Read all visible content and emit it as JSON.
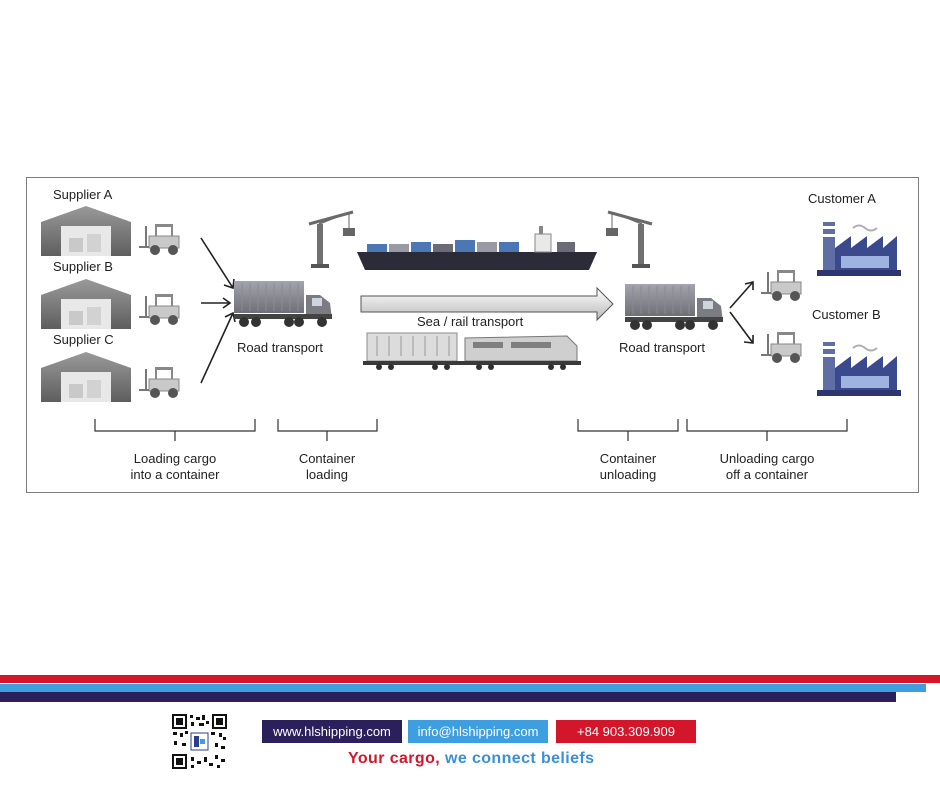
{
  "diagram": {
    "suppliers": [
      "Supplier A",
      "Supplier B",
      "Supplier C"
    ],
    "customers": [
      "Customer A",
      "Customer B"
    ],
    "road_transport_left": "Road transport",
    "road_transport_right": "Road transport",
    "sea_rail": "Sea / rail transport",
    "stage_loading_cargo": "Loading cargo\ninto a container",
    "stage_container_loading": "Container\nloading",
    "stage_container_unloading": "Container\nunloading",
    "stage_unloading_cargo": "Unloading cargo\noff a container"
  },
  "footer": {
    "website": "www.hlshipping.com",
    "email": "info@hlshipping.com",
    "phone": "+84 903.309.909",
    "tagline_red": "Your cargo,",
    "tagline_blue": " we connect beliefs",
    "colors": {
      "red": "#d3162a",
      "blue": "#3d9ee0",
      "navy": "#2b1f5c",
      "tagline_blue": "#3a8fd6"
    }
  }
}
